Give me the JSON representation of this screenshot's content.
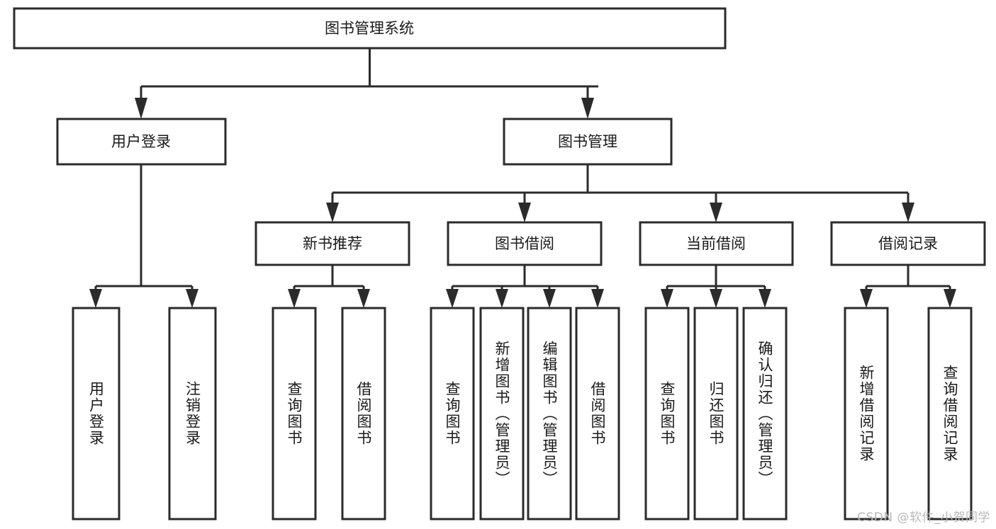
{
  "diagram": {
    "type": "tree",
    "title": "图书管理系统",
    "orientation": "top-down",
    "colors": {
      "stroke": "#2b2b2b",
      "fill": "#ffffff",
      "text": "#1a1a1a",
      "background": "#ffffff",
      "watermark": "#b9b9b9"
    },
    "root": {
      "label": "图书管理系统"
    },
    "level2": [
      {
        "label": "用户登录"
      },
      {
        "label": "图书管理"
      }
    ],
    "level3": [
      {
        "label": "新书推荐"
      },
      {
        "label": "图书借阅"
      },
      {
        "label": "当前借阅"
      },
      {
        "label": "借阅记录"
      }
    ],
    "leaves": {
      "user_login": [
        {
          "label": "用户登录"
        },
        {
          "label": "注销登录"
        }
      ],
      "new_book_recommend": [
        {
          "label": "查询图书"
        },
        {
          "label": "借阅图书"
        }
      ],
      "book_borrow": [
        {
          "label": "查询图书"
        },
        {
          "label": "新增图书（管理员）"
        },
        {
          "label": "编辑图书（管理员）"
        },
        {
          "label": "借阅图书"
        }
      ],
      "current_borrow": [
        {
          "label": "查询图书"
        },
        {
          "label": "归还图书"
        },
        {
          "label": "确认归还（管理员）"
        }
      ],
      "borrow_record": [
        {
          "label": "新增借阅记录"
        },
        {
          "label": "查询借阅记录"
        }
      ]
    },
    "edges": [
      {
        "from": "图书管理系统",
        "to": "用户登录"
      },
      {
        "from": "图书管理系统",
        "to": "图书管理"
      },
      {
        "from": "图书管理",
        "to": "新书推荐"
      },
      {
        "from": "图书管理",
        "to": "图书借阅"
      },
      {
        "from": "图书管理",
        "to": "当前借阅"
      },
      {
        "from": "图书管理",
        "to": "借阅记录"
      },
      {
        "from": "用户登录",
        "to": "用户登录"
      },
      {
        "from": "用户登录",
        "to": "注销登录"
      },
      {
        "from": "新书推荐",
        "to": "查询图书"
      },
      {
        "from": "新书推荐",
        "to": "借阅图书"
      },
      {
        "from": "图书借阅",
        "to": "查询图书"
      },
      {
        "from": "图书借阅",
        "to": "新增图书（管理员）"
      },
      {
        "from": "图书借阅",
        "to": "编辑图书（管理员）"
      },
      {
        "from": "图书借阅",
        "to": "借阅图书"
      },
      {
        "from": "当前借阅",
        "to": "查询图书"
      },
      {
        "from": "当前借阅",
        "to": "归还图书"
      },
      {
        "from": "当前借阅",
        "to": "确认归还（管理员）"
      },
      {
        "from": "借阅记录",
        "to": "新增借阅记录"
      },
      {
        "from": "借阅记录",
        "to": "查询借阅记录"
      }
    ]
  },
  "watermark": {
    "text": "CSDN @软件_小贺同学"
  }
}
